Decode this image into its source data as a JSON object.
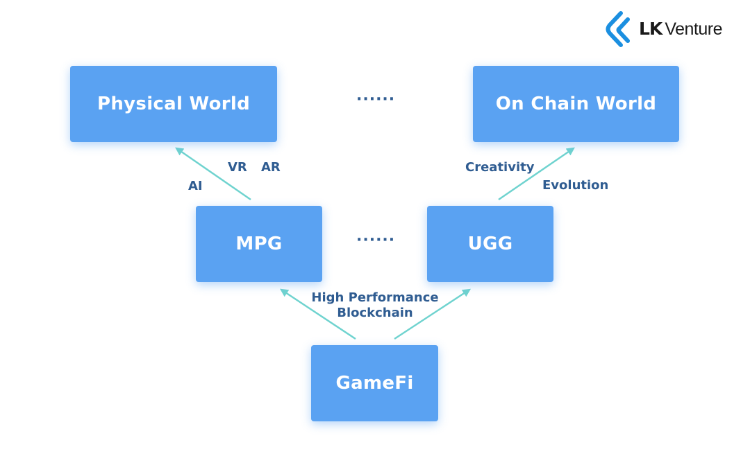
{
  "brand": {
    "logo_lk": "LK",
    "logo_venture": "Venture",
    "logo_color": "#1b8fe0"
  },
  "nodes": {
    "physical_world": "Physical World",
    "on_chain_world": "On Chain World",
    "mpg": "MPG",
    "ugg": "UGG",
    "gamefi": "GameFi"
  },
  "edge_labels": {
    "vr": "VR",
    "ar": "AR",
    "ai": "AI",
    "creativity": "Creativity",
    "evolution": "Evolution",
    "high_performance": "High Performance",
    "blockchain": "Blockchain"
  },
  "ellipsis": {
    "top": "······",
    "middle": "······"
  },
  "colors": {
    "box": "#5aa2f2",
    "box_text": "#ffffff",
    "arrow": "#6fd3cf",
    "label_text": "#2f5c91"
  }
}
